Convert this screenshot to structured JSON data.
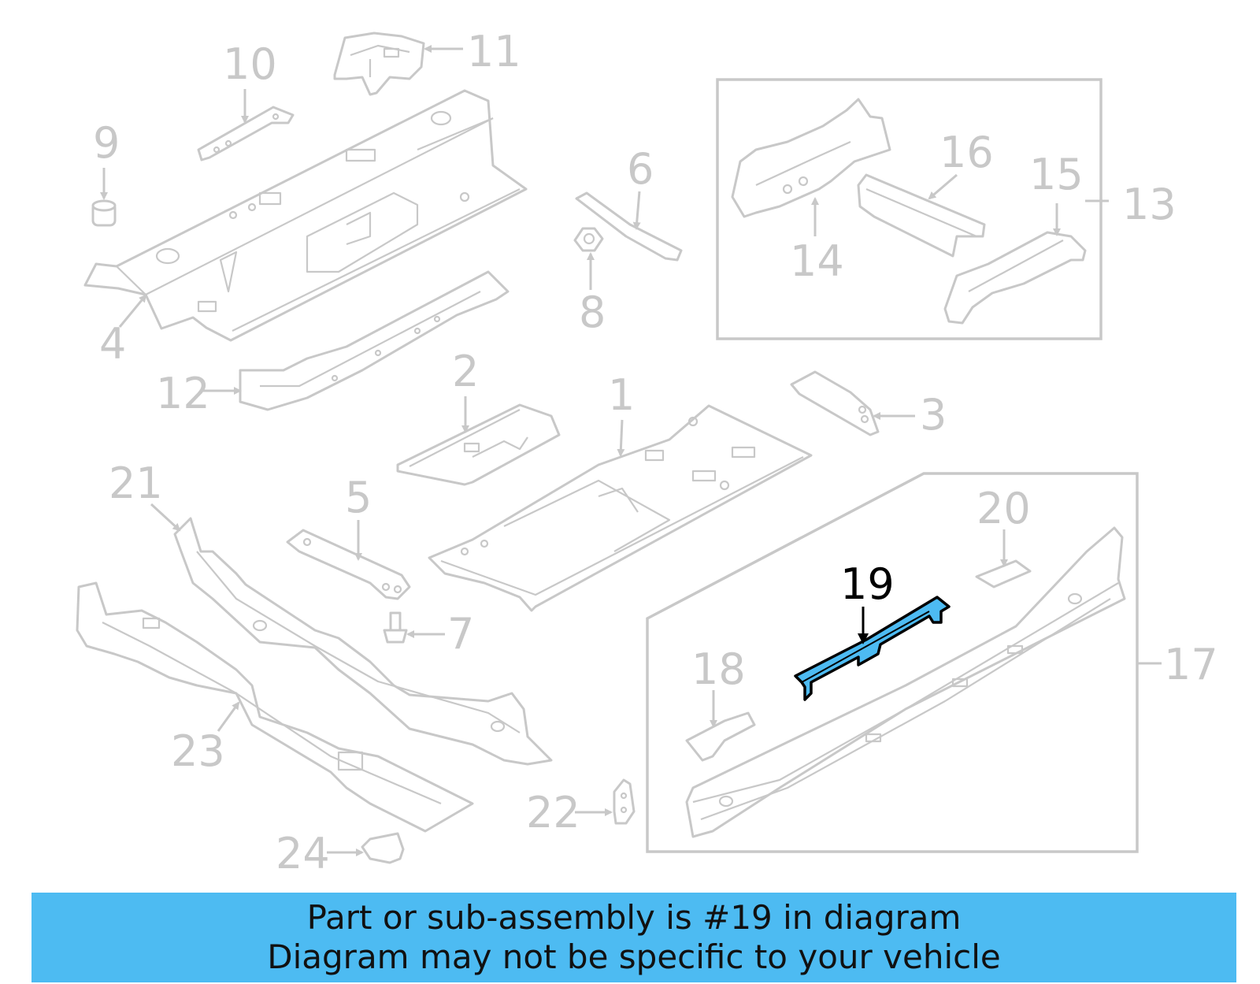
{
  "callouts": [
    "1",
    "2",
    "3",
    "4",
    "5",
    "6",
    "7",
    "8",
    "9",
    "10",
    "11",
    "12",
    "13",
    "14",
    "15",
    "16",
    "17",
    "18",
    "19",
    "20",
    "21",
    "22",
    "23",
    "24"
  ],
  "highlighted_callout": "19",
  "colors": {
    "highlight_fill": "#4dbbf2",
    "banner_background": "#4dbbf2",
    "line_gray": "#c8c8c8",
    "highlight_label": "#000000"
  },
  "banner": {
    "line1": "Part or sub-assembly is #19 in diagram",
    "line2": "Diagram may not be specific to your vehicle"
  }
}
